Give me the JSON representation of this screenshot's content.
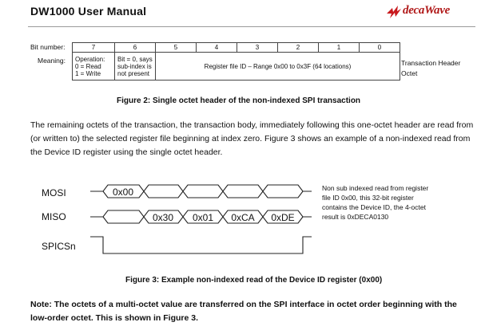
{
  "header": {
    "title": "DW1000 User Manual",
    "logo_text": "decaWave"
  },
  "bit_table": {
    "bit_number_label": "Bit number:",
    "meaning_label": "Meaning:",
    "bits": [
      "7",
      "6",
      "5",
      "4",
      "3",
      "2",
      "1",
      "0"
    ],
    "operation_lines": [
      "Operation:",
      "0 = Read",
      "1 = Write"
    ],
    "subindex_lines": [
      "Bit = 0, says",
      "sub-index is",
      "not present"
    ],
    "register_text": "Register file ID – Range 0x00 to 0x3F (64 locations)",
    "side_label_lines": [
      "Transaction Header",
      "Octet"
    ]
  },
  "figure2_caption": "Figure 2: Single octet header of the non-indexed SPI transaction",
  "paragraph": "The remaining octets of the transaction, the transaction body, immediately following this one-octet header are read from (or written to) the selected register file beginning at index zero.  Figure 3 shows an example of a non-indexed read from the Device ID register using the single octet header.",
  "timing": {
    "signals": [
      "MOSI",
      "MISO",
      "SPICSn"
    ],
    "mosi_values": [
      "0x00"
    ],
    "miso_values": [
      "0x30",
      "0x01",
      "0xCA",
      "0xDE"
    ],
    "note_lines": [
      "Non sub indexed read from register",
      "file ID 0x00, this 32-bit register",
      "contains the Device ID, the 4-octet",
      "result is 0xDECA0130"
    ]
  },
  "figure3_caption": "Figure 3: Example non-indexed read of the Device ID register (0x00)",
  "note": "Note: The octets of a multi-octet value are transferred on the SPI interface in octet order beginning with the low-order octet.  This is shown in Figure 3."
}
